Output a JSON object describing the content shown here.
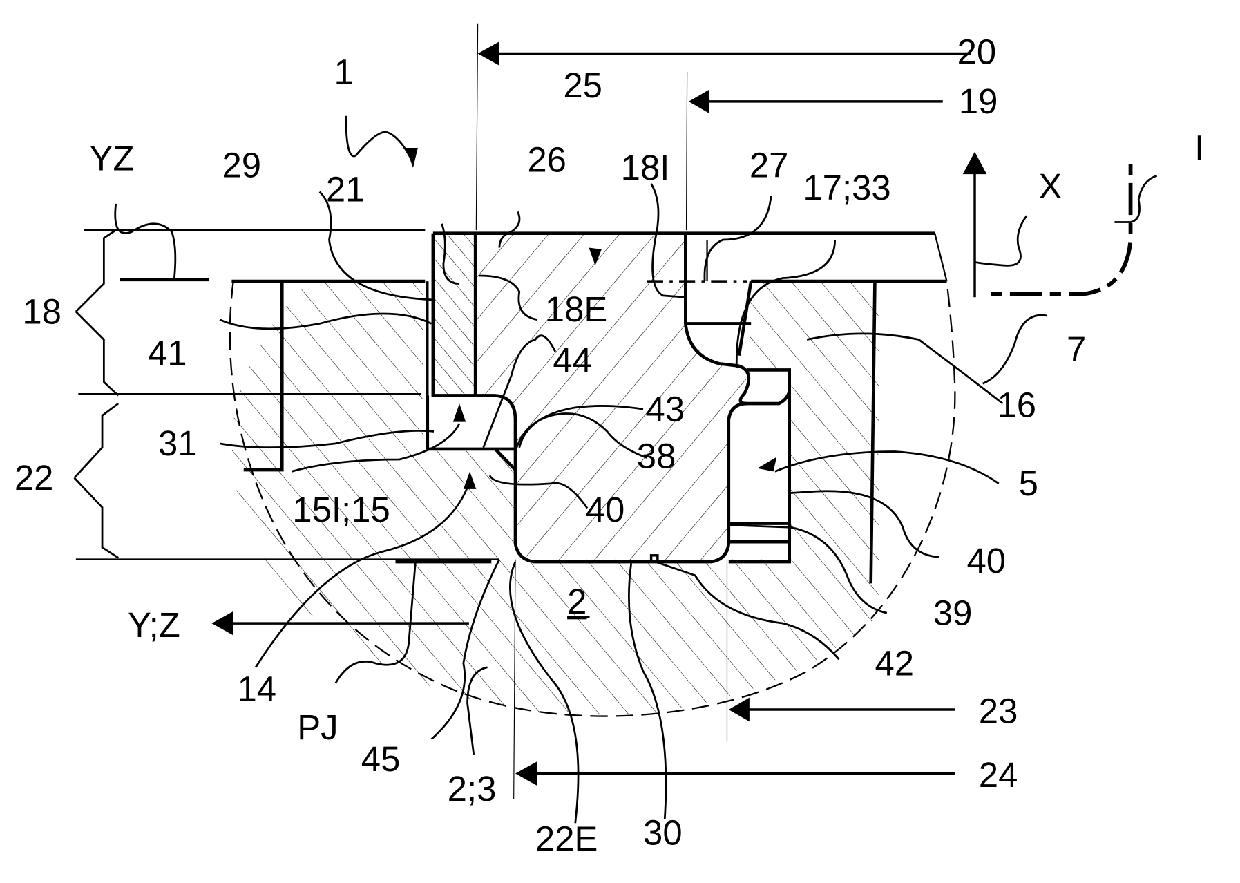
{
  "figure": {
    "description": "Patent cross-section drawing of a sealing/joint assembly with reference numerals",
    "hatch_color": "#000000",
    "background": "#ffffff",
    "reference_labels": {
      "l1": "1",
      "l20": "20",
      "l19": "19",
      "l25": "25",
      "lYZ": "YZ",
      "l29": "29",
      "l21": "21",
      "l26": "26",
      "l18I": "18I",
      "l27": "27",
      "l17_33": "17;33",
      "lX": "X",
      "lI": "I",
      "l18": "18",
      "l18E": "18E",
      "l41": "41",
      "l44": "44",
      "l7": "7",
      "l16": "16",
      "l43": "43",
      "l31": "31",
      "l38": "38",
      "l22": "22",
      "l5": "5",
      "l15I_15": "15I;15",
      "l40a": "40",
      "l40b": "40",
      "l2": "2",
      "l39": "39",
      "lYZ_axis": "Y;Z",
      "l42": "42",
      "l14": "14",
      "lPJ": "PJ",
      "l23": "23",
      "l45": "45",
      "l2_3": "2;3",
      "l24": "24",
      "l22E": "22E",
      "l30": "30"
    }
  }
}
